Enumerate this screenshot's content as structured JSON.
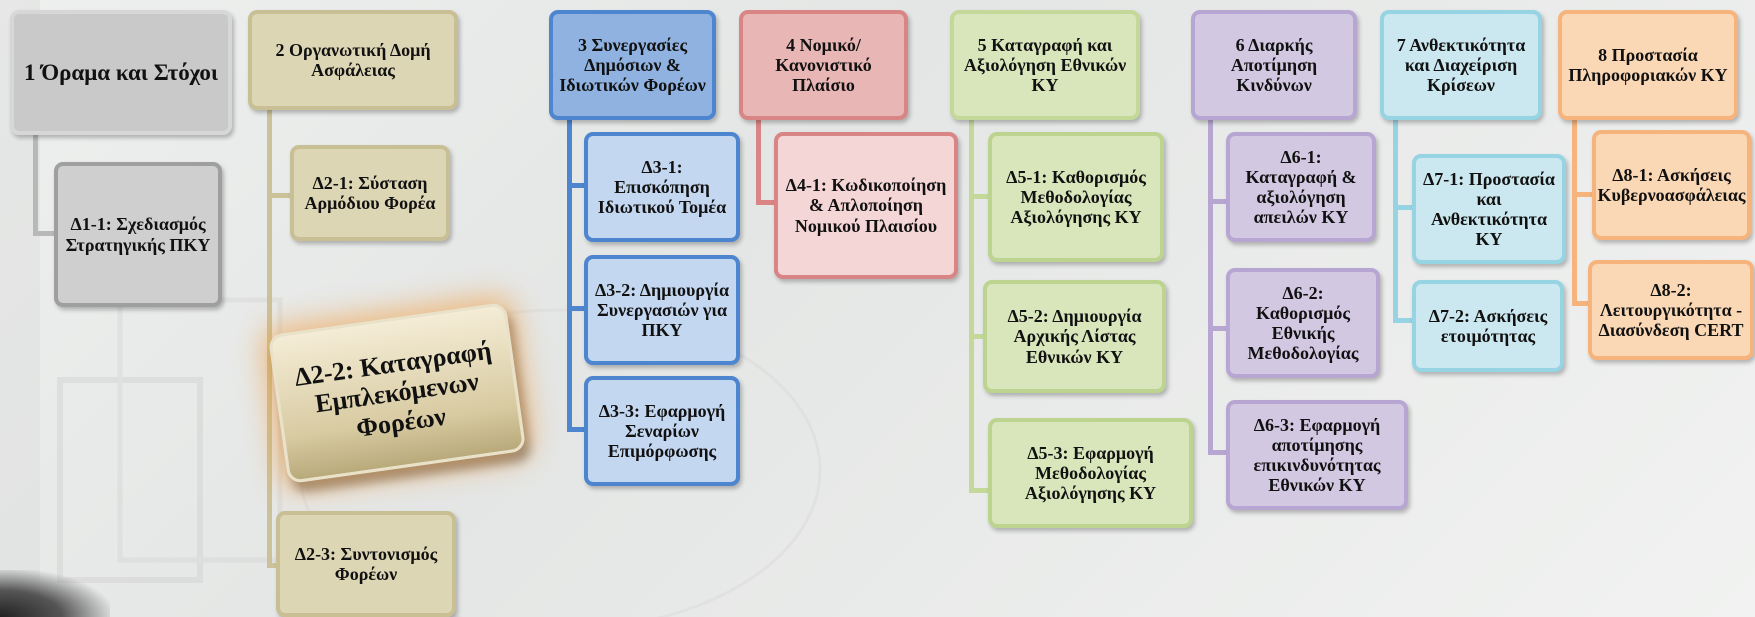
{
  "colors": {
    "gray": "#c9c9c9",
    "tan": "#ddd6b5",
    "blue": "#4d86cf",
    "red": "#d98585",
    "green": "#c4d89a",
    "purple": "#b7a6d2",
    "cyan": "#96d3e3",
    "orange": "#f6b37c",
    "featured_glow": "#f0962f"
  },
  "columns": [
    {
      "title": "1 Όραμα και Στόχοι",
      "items": [
        "Δ1-1: Σχεδιασμός Στρατηγικής ΠΚΥ"
      ]
    },
    {
      "title": "2 Οργανωτική Δομή Ασφάλειας",
      "items": [
        "Δ2-1: Σύσταση Αρμόδιου Φορέα",
        "Δ2-2: Καταγραφή Εμπλεκόμενων Φορέων",
        "Δ2-3: Συντονισμός Φορέων"
      ]
    },
    {
      "title": "3 Συνεργασίες Δημόσιων & Ιδιωτικών Φορέων",
      "items": [
        "Δ3-1: Επισκόπηση Ιδιωτικού Τομέα",
        "Δ3-2: Δημιουργία Συνεργασιών για ΠΚΥ",
        "Δ3-3: Εφαρμογή Σεναρίων Επιμόρφωσης"
      ]
    },
    {
      "title": "4 Νομικό/ Κανονιστικό Πλαίσιο",
      "items": [
        "Δ4-1: Κωδικοποίηση & Απλοποίηση Νομικού Πλαισίου"
      ]
    },
    {
      "title": "5 Καταγραφή και Αξιολόγηση Εθνικών ΚΥ",
      "items": [
        "Δ5-1: Καθορισμός Μεθοδολογίας Αξιολόγησης ΚΥ",
        "Δ5-2: Δημιουργία Αρχικής Λίστας Εθνικών ΚΥ",
        "Δ5-3: Εφαρμογή Μεθοδολογίας Αξιολόγησης ΚΥ"
      ]
    },
    {
      "title": "6 Διαρκής Αποτίμηση Κινδύνων",
      "items": [
        "Δ6-1: Καταγραφή & αξιολόγηση απειλών ΚΥ",
        "Δ6-2: Καθορισμός Εθνικής Μεθοδολογίας",
        "Δ6-3: Εφαρμογή αποτίμησης επικινδυνότητας Εθνικών ΚΥ"
      ]
    },
    {
      "title": "7 Ανθεκτικότητα και Διαχείριση Κρίσεων",
      "items": [
        "Δ7-1: Προστασία και Ανθεκτικότητα ΚΥ",
        "Δ7-2: Ασκήσεις ετοιμότητας"
      ]
    },
    {
      "title": "8 Προστασία Πληροφοριακών ΚΥ",
      "items": [
        "Δ8-1: Ασκήσεις Κυβερνοασφάλειας",
        "Δ8-2: Λειτουργικότητα - Διασύνδεση CERT"
      ]
    }
  ]
}
